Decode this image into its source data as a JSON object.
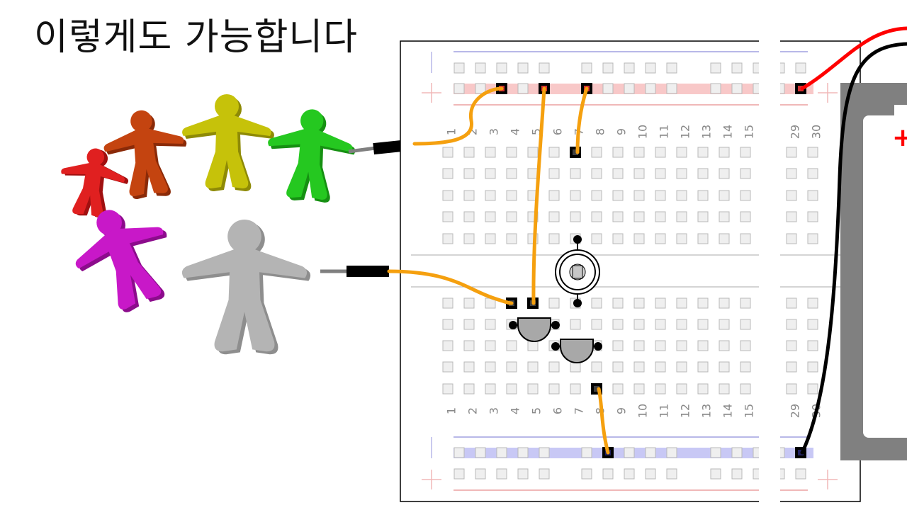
{
  "title": "이렇게도 가능합니다",
  "breadboard": {
    "column_labels": [
      "1",
      "2",
      "3",
      "4",
      "5",
      "6",
      "7",
      "8",
      "9",
      "10",
      "11",
      "12",
      "13",
      "14",
      "15",
      "29",
      "30"
    ],
    "rail_plus_symbol": "+"
  },
  "battery": {
    "plus_symbol": "+"
  },
  "colors": {
    "wire_orange": "#f5a00f",
    "wire_red": "#ff0000",
    "wire_black": "#000000",
    "rail_red": "#f8c8c8",
    "rail_blue": "#c8c8f5",
    "battery_gray": "#808080",
    "figure_red": "#e02020",
    "figure_orange": "#c44410",
    "figure_yellow": "#c6c20a",
    "figure_green": "#25c820",
    "figure_magenta": "#c818c8",
    "figure_gray": "#b4b4b4"
  },
  "icons": [
    "people-circle-icon",
    "wire-probe-icon",
    "piezo-buzzer-icon",
    "transistor-icon",
    "battery-icon"
  ]
}
